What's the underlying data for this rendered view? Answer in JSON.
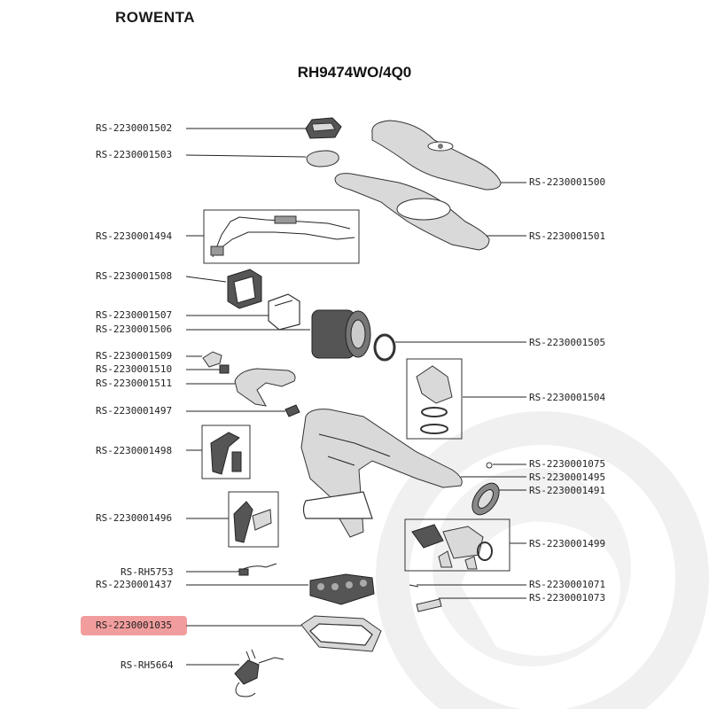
{
  "brand": "ROWENTA",
  "model": "RH9474WO/4Q0",
  "highlight_color": "#f08c8c",
  "parts": {
    "p1502": "RS-2230001502",
    "p1503": "RS-2230001503",
    "p1494": "RS-2230001494",
    "p1508": "RS-2230001508",
    "p1507": "RS-2230001507",
    "p1506": "RS-2230001506",
    "p1509": "RS-2230001509",
    "p1510": "RS-2230001510",
    "p1511": "RS-2230001511",
    "p1497": "RS-2230001497",
    "p1498": "RS-2230001498",
    "p1496": "RS-2230001496",
    "rh5753": "RS-RH5753",
    "p1437": "RS-2230001437",
    "p1035": "RS-2230001035",
    "rh5664": "RS-RH5664",
    "p1500": "RS-2230001500",
    "p1501": "RS-2230001501",
    "p1505": "RS-2230001505",
    "p1504": "RS-2230001504",
    "p1075": "RS-2230001075",
    "p1495": "RS-2230001495",
    "p1491": "RS-2230001491",
    "p1499": "RS-2230001499",
    "p1071": "RS-2230001071",
    "p1073": "RS-2230001073"
  }
}
